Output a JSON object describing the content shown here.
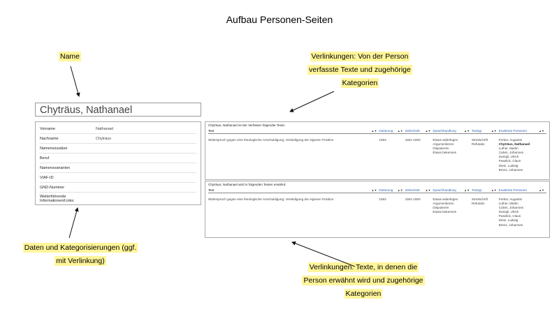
{
  "title": "Aufbau Personen-Seiten",
  "annotations": {
    "name": [
      "Name"
    ],
    "data": [
      "Daten und Kategorisierungen (ggf.",
      "mit Verlinkung)"
    ],
    "authored": [
      "Verlinkungen: Von der Person",
      "verfasste Texte und zugehörige",
      "Kategorien"
    ],
    "mentioned": [
      "Verlinkungen: Texte, in denen die",
      "Person erwähnt wird und zugehörige",
      "Kategorien"
    ]
  },
  "person": {
    "name": "Chyträus, Nathanael",
    "fields": [
      {
        "label": "Vorname",
        "value": "Nathanael"
      },
      {
        "label": "Nachname",
        "value": "Chyträus"
      },
      {
        "label": "Namenszusätze",
        "value": ""
      },
      {
        "label": "Beruf",
        "value": ""
      },
      {
        "label": "Namensvarianten",
        "value": ""
      },
      {
        "label": "VIAF-ID",
        "value": ""
      },
      {
        "label": "GND-Nummer",
        "value": ""
      },
      {
        "label": "Weiterführende Informationen/Links:",
        "value": ""
      }
    ]
  },
  "columns": [
    "Text",
    "Datierung",
    "Zeitschnitt",
    "Sprachhandlung",
    "Texttyp",
    "Erwähnte Personen"
  ],
  "panels": [
    {
      "caption": "Chyträus, Nathanael ist der Verfasser folgender Texte:",
      "row": {
        "text": "Widerspruch gegen eine theologische Anschuldigung; Verteidigung der eigenen Position",
        "date": "1593",
        "period": "1551-1600",
        "speech_acts": [
          "Etwas widerlegen",
          "Argumentieren",
          "Disputieren",
          "Etwas bekennen"
        ],
        "text_types": [
          "Streitschrift",
          "Refutatio"
        ],
        "persons": [
          "Ferber, Augustin",
          "Chyträus, Nathanael",
          "Luther, Martin",
          "Calvin, Johannes",
          "Zwingli, Ulrich",
          "Paselick, Claus",
          "Dietz, Ludwig",
          "Brenz, Johannes"
        ]
      }
    },
    {
      "caption": "Chyträus, Nathanael wird in folgenden Texten erwähnt:",
      "row": {
        "text": "Widerspruch gegen eine theologische Anschuldigung; Verteidigung der eigenen Position",
        "date": "1593",
        "period": "1551-1600",
        "speech_acts": [
          "Etwas widerlegen",
          "Argumentieren",
          "Disputieren",
          "Etwas bekennen"
        ],
        "text_types": [
          "Streitschrift",
          "Refutatio"
        ],
        "persons": [
          "Ferber, Augustin",
          "Luther, Martin",
          "Calvin, Johannes",
          "Zwingli, Ulrich",
          "Paselick, Claus",
          "Dietz, Ludwig",
          "Brenz, Johannes"
        ]
      }
    }
  ]
}
